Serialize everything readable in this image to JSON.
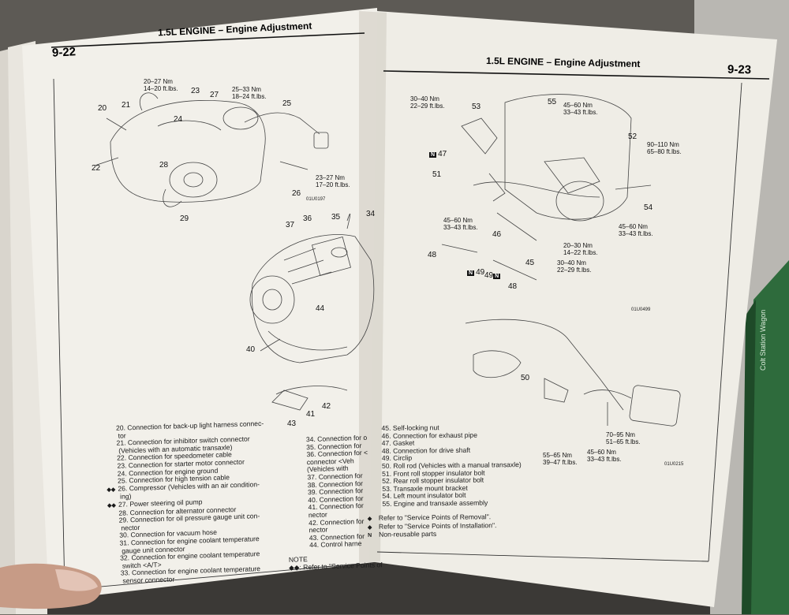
{
  "left_page": {
    "page_number": "9-22",
    "header": "1.5L ENGINE – Engine Adjustment",
    "callouts": [
      {
        "id": "c1",
        "text": "20–27 Nm\n14–20 ft.lbs."
      },
      {
        "id": "c2",
        "text": "25–33 Nm\n18–24 ft.lbs."
      },
      {
        "id": "c3",
        "text": "23–27 Nm\n17–20 ft.lbs."
      }
    ],
    "diagram1_numbers": [
      "20",
      "21",
      "23",
      "27",
      "24",
      "22",
      "28",
      "25",
      "26",
      "29"
    ],
    "diagram1_code": "01U0197",
    "diagram2_numbers": [
      "37",
      "36",
      "35",
      "34",
      "44",
      "40",
      "42",
      "41",
      "43"
    ],
    "legend": [
      {
        "mark": "",
        "text": "20. Connection for back-up light harness connec-"
      },
      {
        "mark": "",
        "text": "     tor"
      },
      {
        "mark": "",
        "text": "21. Connection for inhibitor switch connector"
      },
      {
        "mark": "",
        "text": "     (Vehicles with an automatic transaxle)"
      },
      {
        "mark": "",
        "text": "22. Connection for speedometer cable"
      },
      {
        "mark": "",
        "text": "23. Connection for starter motor connector"
      },
      {
        "mark": "",
        "text": "24. Connection for engine ground"
      },
      {
        "mark": "",
        "text": "25. Connection for high tension cable"
      },
      {
        "mark": "◆◆",
        "text": "26. Compressor (Vehicles with an air condition-"
      },
      {
        "mark": "",
        "text": "     ing)"
      },
      {
        "mark": "◆◆",
        "text": "27. Power steering oil pump"
      },
      {
        "mark": "",
        "text": "28. Connection for alternator connector"
      },
      {
        "mark": "",
        "text": "29. Connection for oil pressure gauge unit con-"
      },
      {
        "mark": "",
        "text": "     nector"
      },
      {
        "mark": "",
        "text": "30. Connection for vacuum hose"
      },
      {
        "mark": "",
        "text": "31. Connection for engine coolant temperature"
      },
      {
        "mark": "",
        "text": "     gauge unit connector"
      },
      {
        "mark": "",
        "text": "32. Connection for engine coolant temperature"
      },
      {
        "mark": "",
        "text": "     switch <A/T>"
      },
      {
        "mark": "",
        "text": "33. Connection for engine coolant temperature"
      },
      {
        "mark": "",
        "text": "     sensor connector"
      }
    ],
    "legend2": [
      {
        "text": "34. Connection for o"
      },
      {
        "text": "35. Connection for"
      },
      {
        "text": "36. Connection for <"
      },
      {
        "text": "     connector <Veh"
      },
      {
        "text": "     (Vehicles with"
      },
      {
        "text": "37. Connection for"
      },
      {
        "text": "38. Connection for"
      },
      {
        "text": "39. Connection for"
      },
      {
        "text": "40. Connection for"
      },
      {
        "text": "41. Connection for"
      },
      {
        "text": "     nector"
      },
      {
        "text": "42. Connection for"
      },
      {
        "text": "     nector"
      },
      {
        "text": "43. Connection for"
      },
      {
        "text": "44. Control harne"
      }
    ],
    "note_label": "NOTE",
    "note_text": "◆◆: Refer to \"Service Points of"
  },
  "right_page": {
    "page_number": "9-23",
    "header": "1.5L ENGINE – Engine Adjustment",
    "callouts": [
      {
        "id": "r1",
        "text": "30–40 Nm\n22–29 ft.lbs."
      },
      {
        "id": "r2",
        "text": "45–60 Nm\n33–43 ft.lbs."
      },
      {
        "id": "r3",
        "text": "90–110 Nm\n65–80 ft.lbs."
      },
      {
        "id": "r4",
        "text": "45–60 Nm\n33–43 ft.lbs."
      },
      {
        "id": "r5",
        "text": "45–60 Nm\n33–43 ft.lbs."
      },
      {
        "id": "r6",
        "text": "20–30 Nm\n14–22 ft.lbs."
      },
      {
        "id": "r7",
        "text": "30–40 Nm\n22–29 ft.lbs."
      },
      {
        "id": "r8",
        "text": "70–95 Nm\n51–65 ft.lbs."
      },
      {
        "id": "r9",
        "text": "45–60 Nm\n33–43 ft.lbs."
      },
      {
        "id": "r10",
        "text": "55–65 Nm\n39–47 ft.lbs."
      }
    ],
    "diagram_numbers": [
      "53",
      "55",
      "52",
      "47",
      "51",
      "54",
      "46",
      "48",
      "49",
      "49",
      "45",
      "48",
      "50"
    ],
    "badge": "N",
    "codes": [
      "01U0499",
      "01U0215"
    ],
    "legend": [
      {
        "text": "45. Self-locking nut"
      },
      {
        "text": "46. Connection for exhaust pipe"
      },
      {
        "text": "47. Gasket"
      },
      {
        "text": "48. Connection for drive shaft"
      },
      {
        "text": "49. Circlip"
      },
      {
        "text": "50. Roll rod (Vehicles with a manual transaxle)"
      },
      {
        "text": "51. Front roll stopper insulator bolt"
      },
      {
        "text": "52. Rear roll stopper insulator bolt"
      },
      {
        "text": "53. Transaxle mount bracket"
      },
      {
        "text": "54. Left mount insulator bolt"
      },
      {
        "text": "55. Engine and transaxle assembly"
      }
    ],
    "notes": [
      {
        "mark": "◆",
        "text": "Refer to \"Service Points of Removal\"."
      },
      {
        "mark": "◆",
        "text": "Refer to \"Service Points of Installation\"."
      },
      {
        "mark": "N",
        "text": "Non-reusable parts"
      }
    ]
  },
  "spine_label": "Colt Station Wagon"
}
